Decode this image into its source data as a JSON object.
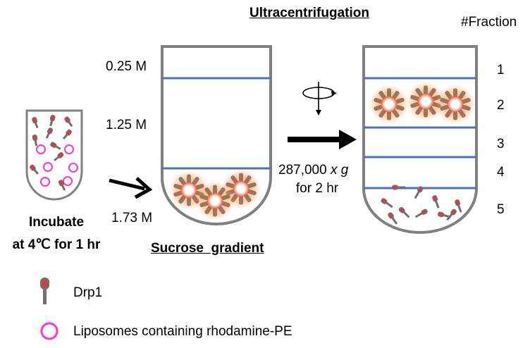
{
  "title": "Ultracentrifugation",
  "fraction_header": "#Fraction",
  "fractions": [
    "1",
    "2",
    "3",
    "4",
    "5"
  ],
  "gradient": {
    "label": "Sucrose  gradient",
    "layers": [
      "0.25 M",
      "1.25 M",
      "1.73 M"
    ]
  },
  "incubate": {
    "line1": "Incubate",
    "line2": "at 4℃ for 1 hr"
  },
  "centrifuge": {
    "line1_value": "287,000",
    "line1_unit": "x g",
    "line2": "for 2 hr"
  },
  "legend": {
    "drp1": "Drp1",
    "liposome": "Liposomes containing rhodamine-PE"
  },
  "colors": {
    "tube_outline": "#808080",
    "layer_line": "#4a72c4",
    "liposome_ring": "#ff33cc",
    "drp1_head": "#e23a3a",
    "drp1_stalk": "#707070",
    "complex_glow": "#f7a35c"
  },
  "icons": [
    "drp1-icon",
    "liposome-icon",
    "rotation-icon",
    "arrow-icon"
  ]
}
